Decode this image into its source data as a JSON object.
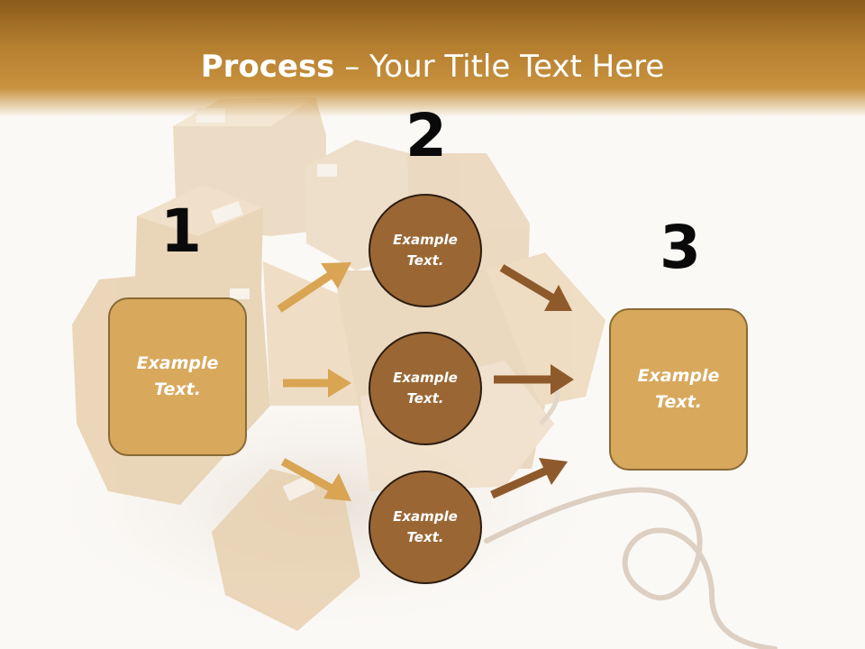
{
  "slide": {
    "title_bold": "Process",
    "title_rest": " – Your Title Text Here"
  },
  "steps": {
    "step1": {
      "number": "1",
      "line1": "Example",
      "line2": "Text."
    },
    "step2": {
      "number": "2",
      "circles": [
        {
          "line1": "Example",
          "line2": "Text."
        },
        {
          "line1": "Example",
          "line2": "Text."
        },
        {
          "line1": "Example",
          "line2": "Text."
        }
      ]
    },
    "step3": {
      "number": "3",
      "line1": "Example",
      "line2": "Text."
    }
  },
  "colors": {
    "header": "#b57f30",
    "box_fill": "#d8a85c",
    "circle_fill": "#9a6734",
    "arrow_light": "#d9a553",
    "arrow_dark": "#8f5a2b"
  }
}
